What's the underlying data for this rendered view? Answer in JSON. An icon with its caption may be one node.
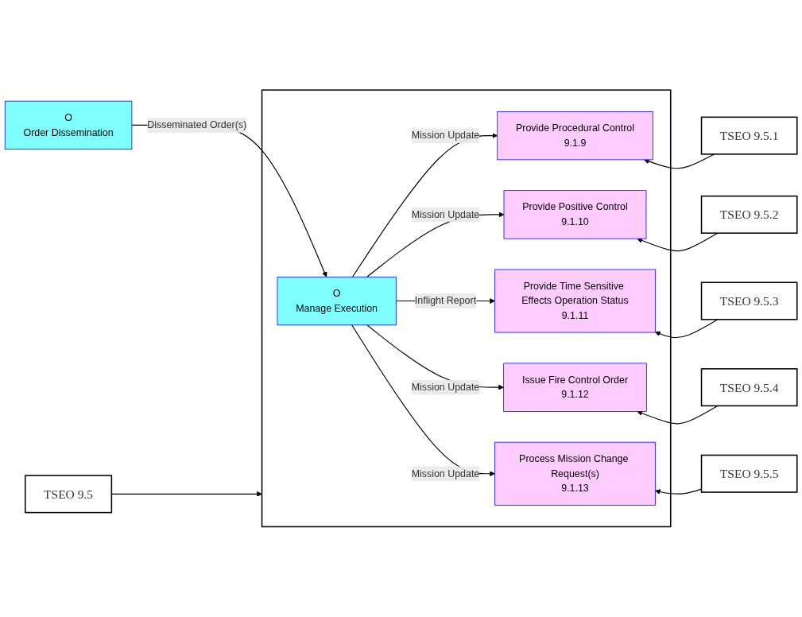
{
  "diagram": {
    "nodes": [
      {
        "text": [
          "TSEO 9.5"
        ]
      },
      {
        "text": [],
        "shape": "box"
      },
      {
        "text": [
          "O",
          "Order Dissemination"
        ]
      },
      {
        "text": [
          "O",
          "Manage Execution"
        ],
        "in": 1
      },
      {
        "text": [
          "Provide Procedural Control",
          "9.1.9"
        ],
        "in": 1
      },
      {
        "text": [
          "Provide Positive Control",
          "9.1.10"
        ],
        "in": 1
      },
      {
        "text": [
          "Provide Time Sensitive Effects Operation Status",
          "9.1.11"
        ],
        "in": 1
      },
      {
        "text": [
          "Issue Fire Control Order",
          "9.1.12"
        ],
        "in": 1
      },
      {
        "text": [
          "Process Mission Change Request(s)",
          "9.1.13"
        ],
        "in": 1
      },
      {
        "text": [
          "TSEO 9.5.1"
        ]
      },
      {
        "text": [
          "TSEO 9.5.2"
        ]
      },
      {
        "text": [
          "TSEO 9.5.3"
        ]
      },
      {
        "text": [
          "TSEO 9.5.4"
        ]
      },
      {
        "text": [
          "TSEO 9.5.5"
        ]
      }
    ],
    "edges": [
      {
        "from": 0,
        "to": 1,
        "arrow": "to"
      },
      {
        "from": 2,
        "to": 3,
        "label": "Disseminated Order(s)",
        "arrow": "to"
      },
      {
        "from": 3,
        "to": 4,
        "label": "Mission Update",
        "arrow": "to"
      },
      {
        "from": 3,
        "to": 5,
        "label": "Mission Update",
        "arrow": "to"
      },
      {
        "from": 3,
        "to": 6,
        "label": "Inflight Report",
        "arrow": "to"
      },
      {
        "from": 3,
        "to": 7,
        "label": "Mission Update",
        "arrow": "to"
      },
      {
        "from": 3,
        "to": 8,
        "label": "Mission Update",
        "arrow": "to"
      },
      {
        "from": 9,
        "to": 4,
        "arrow": "to"
      },
      {
        "from": 10,
        "to": 5,
        "arrow": "to"
      },
      {
        "from": 11,
        "to": 6,
        "arrow": "to"
      },
      {
        "from": 12,
        "to": 7,
        "arrow": "to"
      },
      {
        "from": 13,
        "to": 8,
        "arrow": "to"
      }
    ]
  }
}
